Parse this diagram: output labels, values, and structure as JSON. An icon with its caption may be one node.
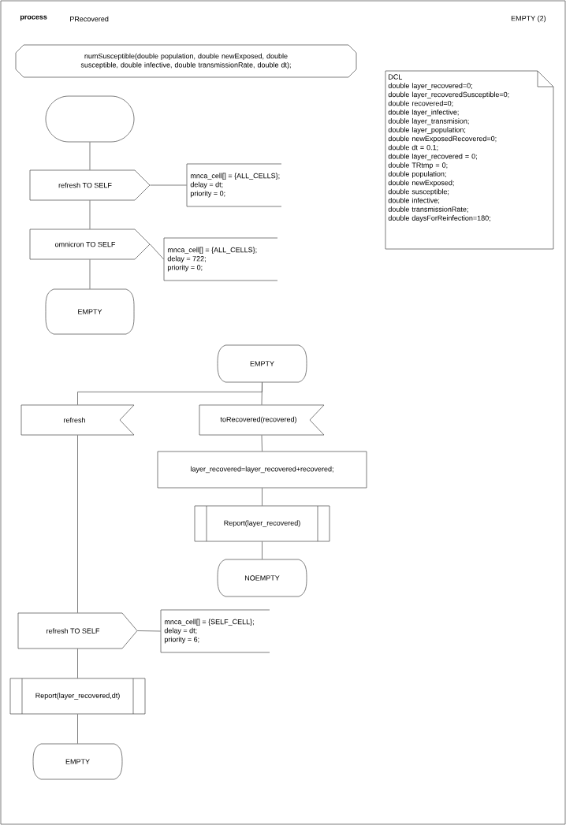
{
  "diagram": {
    "nodes": [
      {
        "text": [
          "numSusceptible(double population, double newExposed, double susceptible, double infective, double transmissionRate, double dt);"
        ]
      },
      {
        "text": [
          "DCL",
          "double layer_recovered=0;",
          "double layer_recoveredSusceptible=0;",
          "double recovered=0;",
          "double layer_infective;",
          "double layer_transmision;",
          "double layer_population;",
          "double newExposedRecovered=0;",
          "double dt = 0.1;",
          "double layer_recovered = 0;",
          "double TRtmp = 0;",
          "double population;",
          "double newExposed;",
          "double susceptible;",
          "double infective;",
          "double transmissionRate;",
          "double daysForReinfection=180;"
        ]
      },
      {
        "text": [],
        "shape": "oval"
      },
      {
        "text": [
          "refresh TO SELF"
        ]
      },
      {
        "text": [
          "mnca_cell[] = {ALL_CELLS};",
          "delay = dt;",
          "priority = 0;"
        ]
      },
      {
        "text": [
          "omnicron TO SELF"
        ]
      },
      {
        "text": [
          "mnca_cell[] = {ALL_CELLS};",
          "delay = 722;",
          "priority = 0;"
        ]
      },
      {
        "text": [
          "EMPTY"
        ]
      },
      {
        "text": [
          "EMPTY"
        ]
      },
      {
        "text": [
          "refresh"
        ]
      },
      {
        "text": [
          "toRecovered(recovered)"
        ]
      },
      {
        "text": [
          "layer_recovered=layer_recovered+recovered;"
        ]
      },
      {
        "text": [
          "Report(layer_recovered)"
        ]
      },
      {
        "text": [
          "NOEMPTY"
        ]
      },
      {
        "text": [
          "refresh TO SELF"
        ]
      },
      {
        "text": [
          "mnca_cell[] = {SELF_CELL};",
          "delay = dt;",
          "priority = 6;"
        ]
      },
      {
        "text": [
          "Report(layer_recovered,dt)"
        ]
      },
      {
        "text": [
          "EMPTY"
        ]
      }
    ],
    "edges": [
      {
        "from": 2,
        "to": 3,
        "arrow": "none"
      },
      {
        "from": 3,
        "to": 4,
        "arrow": "none"
      },
      {
        "from": 3,
        "to": 5,
        "arrow": "none"
      },
      {
        "from": 5,
        "to": 6,
        "arrow": "none"
      },
      {
        "from": 5,
        "to": 7,
        "arrow": "none"
      },
      {
        "from": 8,
        "to": 9,
        "arrow": "none"
      },
      {
        "from": 8,
        "to": 10,
        "arrow": "none"
      },
      {
        "from": 10,
        "to": 11,
        "arrow": "none"
      },
      {
        "from": 11,
        "to": 12,
        "arrow": "none"
      },
      {
        "from": 12,
        "to": 13,
        "arrow": "none"
      },
      {
        "from": 9,
        "to": 14,
        "arrow": "none"
      },
      {
        "from": 14,
        "to": 15,
        "arrow": "none"
      },
      {
        "from": 14,
        "to": 16,
        "arrow": "none"
      },
      {
        "from": 16,
        "to": 17,
        "arrow": "none"
      }
    ],
    "labels": [
      "process",
      "PRecovered",
      "EMPTY (2)"
    ]
  }
}
